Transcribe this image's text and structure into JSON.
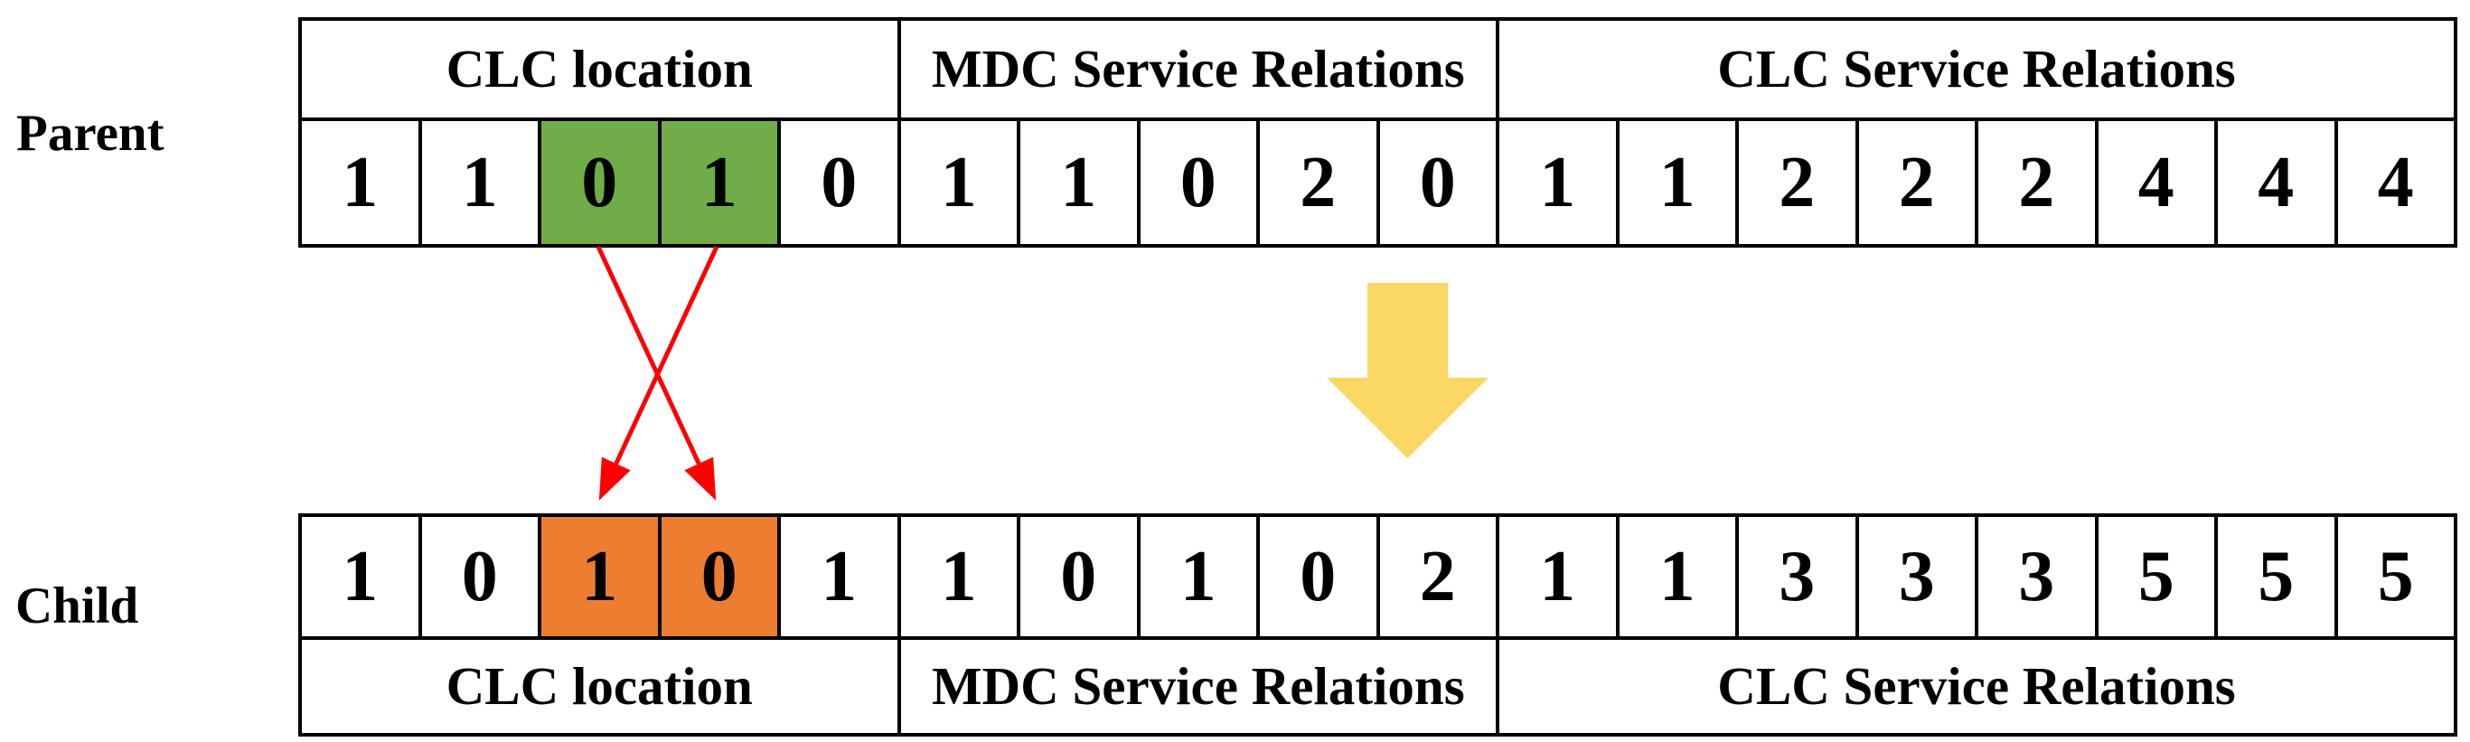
{
  "figure": {
    "parent_label": "Parent",
    "child_label": "Child",
    "sections": [
      {
        "label": "CLC location",
        "span": 5
      },
      {
        "label": "MDC Service Relations",
        "span": 5
      },
      {
        "label": "CLC Service Relations",
        "span": 8
      }
    ],
    "parent": {
      "values": [
        "1",
        "1",
        "0",
        "1",
        "0",
        "1",
        "1",
        "0",
        "2",
        "0",
        "1",
        "1",
        "2",
        "2",
        "2",
        "4",
        "4",
        "4"
      ],
      "highlighted_indices": [
        2,
        3
      ],
      "highlight_color": "#70AD47"
    },
    "child": {
      "values": [
        "1",
        "0",
        "1",
        "0",
        "1",
        "1",
        "0",
        "1",
        "0",
        "2",
        "1",
        "1",
        "3",
        "3",
        "3",
        "5",
        "5",
        "5"
      ],
      "highlighted_indices": [
        2,
        3
      ],
      "highlight_color": "#ED7D31"
    },
    "icons": {
      "crossover_swap_arrows": "two red crossing arrows from parent highlighted genes to child highlighted genes",
      "transform_down_arrow": "large yellow downward block arrow"
    },
    "colors": {
      "swap_arrow": "#FF0000",
      "down_arrow": "#FBD763",
      "border": "#000000",
      "background": "#FFFFFF"
    }
  }
}
